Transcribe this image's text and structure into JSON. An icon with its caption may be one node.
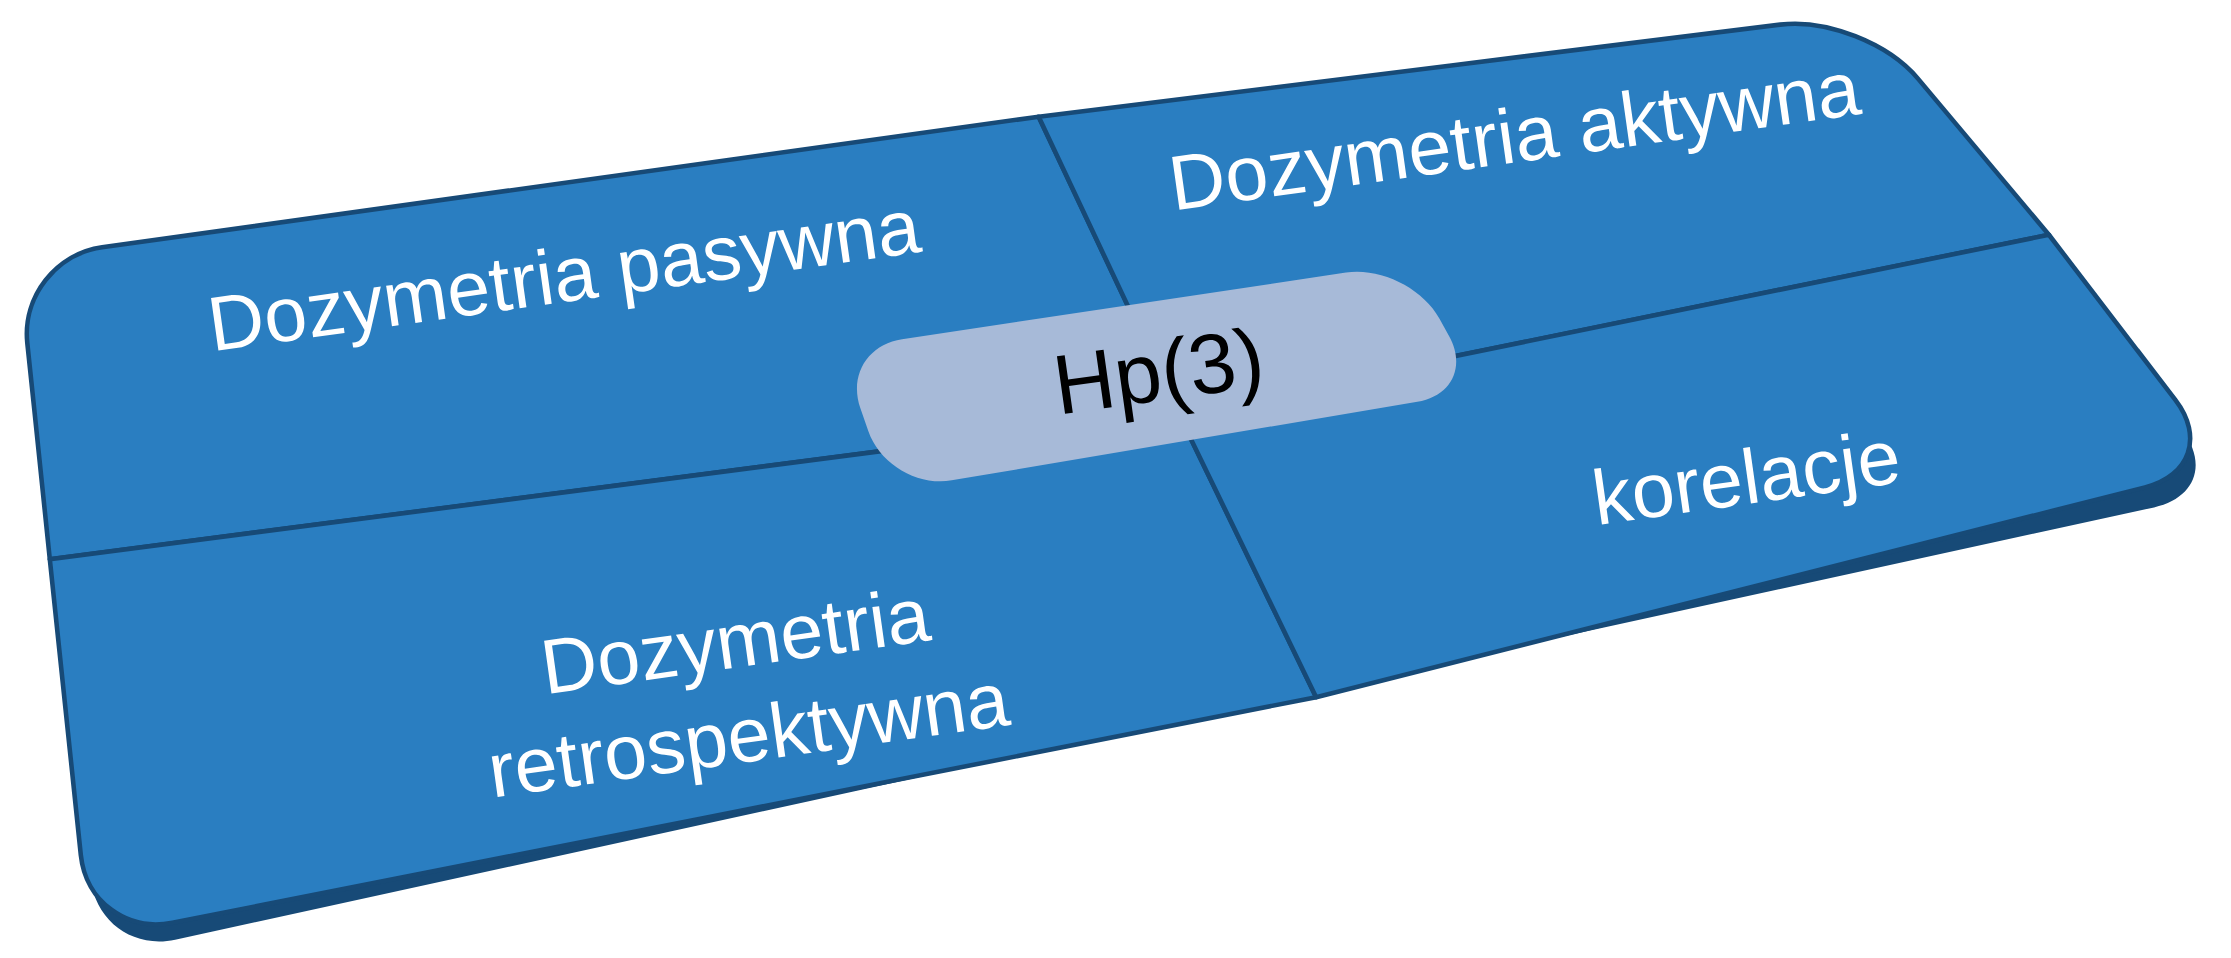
{
  "diagram": {
    "nodes": [
      {
        "text": [
          "Dozymetria pasywna"
        ]
      },
      {
        "text": [
          "Dozymetria aktywna"
        ]
      },
      {
        "text": [
          "Dozymetria retrospektywna"
        ]
      },
      {
        "text": [
          "korelacje"
        ]
      },
      {
        "text": [
          "Hp(3)"
        ]
      }
    ]
  }
}
